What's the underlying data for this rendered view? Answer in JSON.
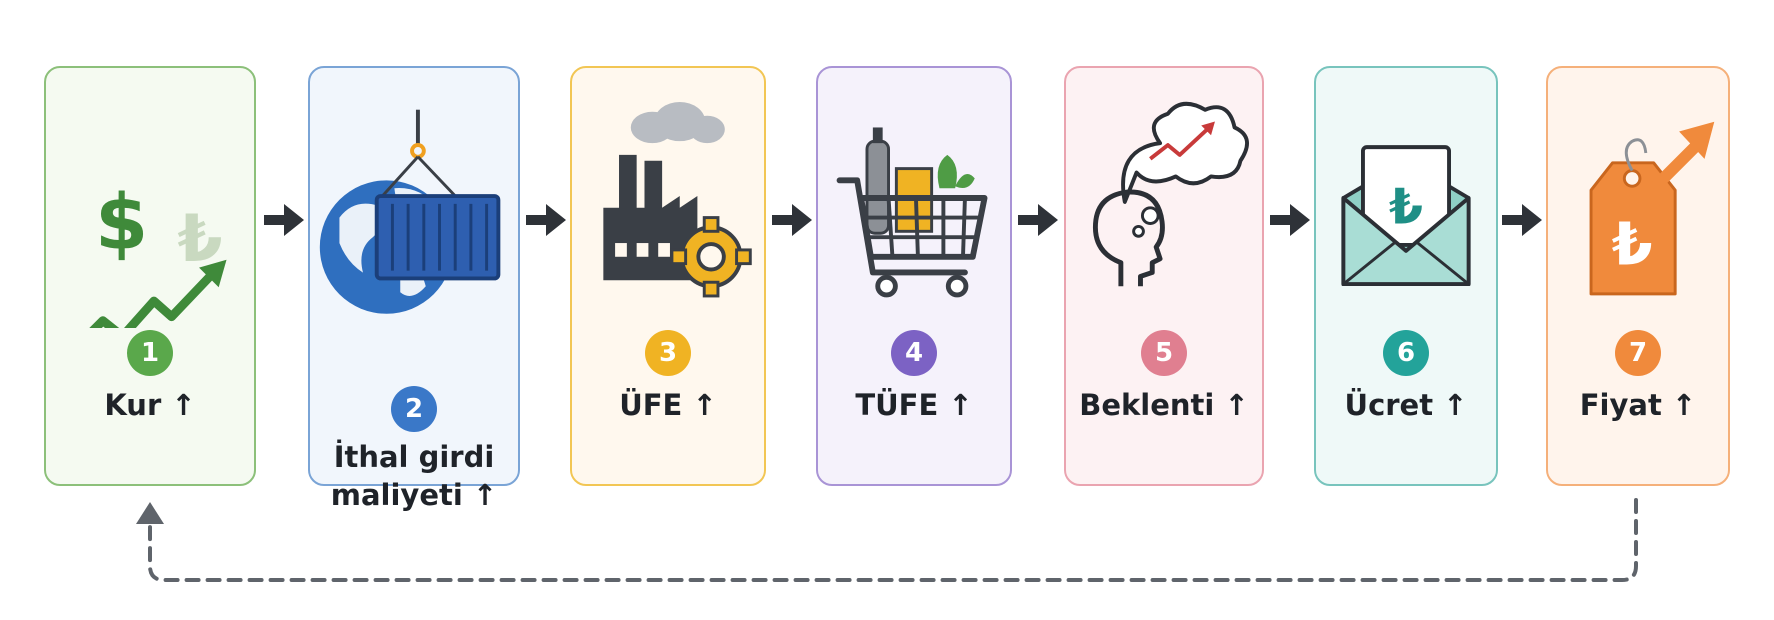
{
  "steps": [
    {
      "number": "1",
      "label": "Kur ↑",
      "icon": "currency-exchange-icon",
      "border": "#8cc07a",
      "fill": "#f5faf1",
      "badge": "#5aa84b"
    },
    {
      "number": "2",
      "label": "İthal girdi maliyeti ↑",
      "icon": "globe-container-icon",
      "border": "#7aa4d6",
      "fill": "#f1f6fc",
      "badge": "#3a78c8"
    },
    {
      "number": "3",
      "label": "ÜFE ↑",
      "icon": "factory-gear-icon",
      "border": "#f2c654",
      "fill": "#fff8ee",
      "badge": "#f0b323"
    },
    {
      "number": "4",
      "label": "TÜFE ↑",
      "icon": "shopping-cart-icon",
      "border": "#a994d6",
      "fill": "#f5f2fb",
      "badge": "#7c62c4"
    },
    {
      "number": "5",
      "label": "Beklenti ↑",
      "icon": "thinking-head-icon",
      "border": "#eaa4b0",
      "fill": "#fdf2f3",
      "badge": "#e07f90"
    },
    {
      "number": "6",
      "label": "Ücret ↑",
      "icon": "salary-envelope-icon",
      "border": "#78c4bd",
      "fill": "#eff9f8",
      "badge": "#23a39a"
    },
    {
      "number": "7",
      "label": "Fiyat ↑",
      "icon": "price-tag-icon",
      "border": "#f5b07a",
      "fill": "#fff4ec",
      "badge": "#f08a3c"
    }
  ],
  "icon_symbols": {
    "dollar": "$",
    "lira": "₺"
  }
}
